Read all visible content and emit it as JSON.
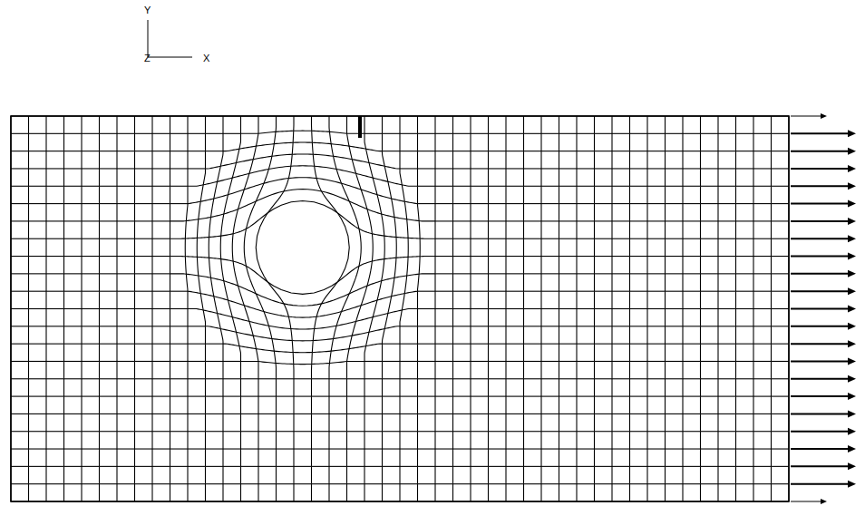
{
  "diagram": {
    "labels": [
      "Y",
      "Z",
      "X"
    ]
  }
}
